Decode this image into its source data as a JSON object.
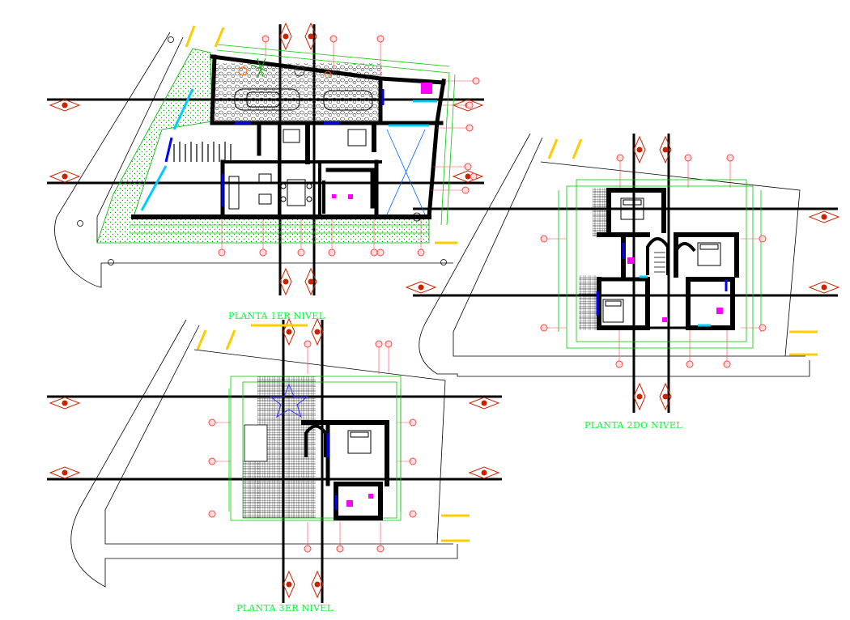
{
  "drawing": {
    "titles": {
      "level1": "PLANTA 1ER NIVEL",
      "level2": "PLANTA 2DO NIVEL",
      "level3": "PLANTA 3ER NIVEL"
    },
    "colors": {
      "background": "#ffffff",
      "walls": "#000000",
      "grid_lines": "#000000",
      "dimension_lines": "#00cc00",
      "axis_bubbles": "#ff4444",
      "windows": "#0000ff",
      "glass": "#00ccff",
      "lawn_hatch": "#00aa00",
      "furniture": "#ff00ff",
      "accent_yellow": "#ffcc00",
      "titles": "#00ff33"
    },
    "icons": [
      "section-marker-icon",
      "axis-bubble-icon",
      "car-icon",
      "bed-icon",
      "dining-table-icon",
      "star-icon"
    ]
  }
}
